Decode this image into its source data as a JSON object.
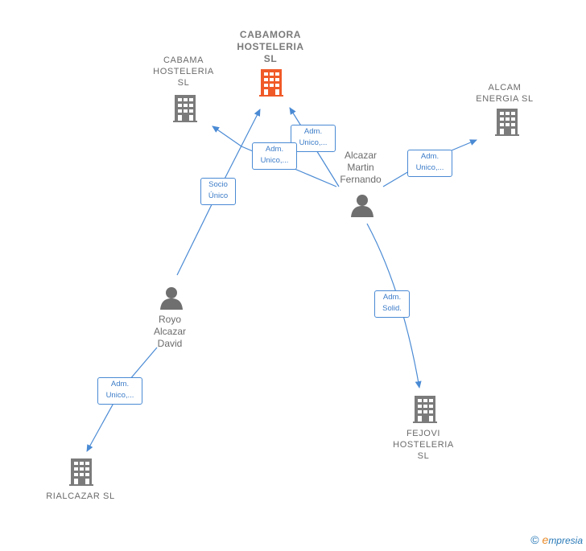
{
  "colors": {
    "edge": "#4a8ad4",
    "company": "#7b7b7b",
    "company_main": "#f05a28",
    "person": "#6f6f6f"
  },
  "nodes": {
    "cabamora": {
      "label": "CABAMORA\nHOSTELERIA\nSL",
      "icon": "building-icon"
    },
    "cabama": {
      "label": "CABAMA\nHOSTELERIA\nSL",
      "icon": "building-icon"
    },
    "alcam": {
      "label": "ALCAM\nENERGIA  SL",
      "icon": "building-icon"
    },
    "fejovi": {
      "label": "FEJOVI\nHOSTELERIA\nSL",
      "icon": "building-icon"
    },
    "rialcazar": {
      "label": "RIALCAZAR  SL",
      "icon": "building-icon"
    },
    "alcazar": {
      "label": "Alcazar\nMartin\nFernando",
      "icon": "person-icon"
    },
    "royo": {
      "label": "Royo\nAlcazar\nDavid",
      "icon": "person-icon"
    }
  },
  "edges": {
    "alcazar_cabamora": "Adm.\nUnico,...",
    "alcazar_cabama": "Adm.\nUnico,...",
    "royo_cabamora": "Socio\nÚnico",
    "alcazar_alcam": "Adm.\nUnico,...",
    "alcazar_fejovi": "Adm.\nSolid.",
    "royo_rialcazar": "Adm.\nUnico,..."
  },
  "footer": {
    "copyright": "©",
    "brand_initial": "e",
    "brand_rest": "mpresia"
  }
}
